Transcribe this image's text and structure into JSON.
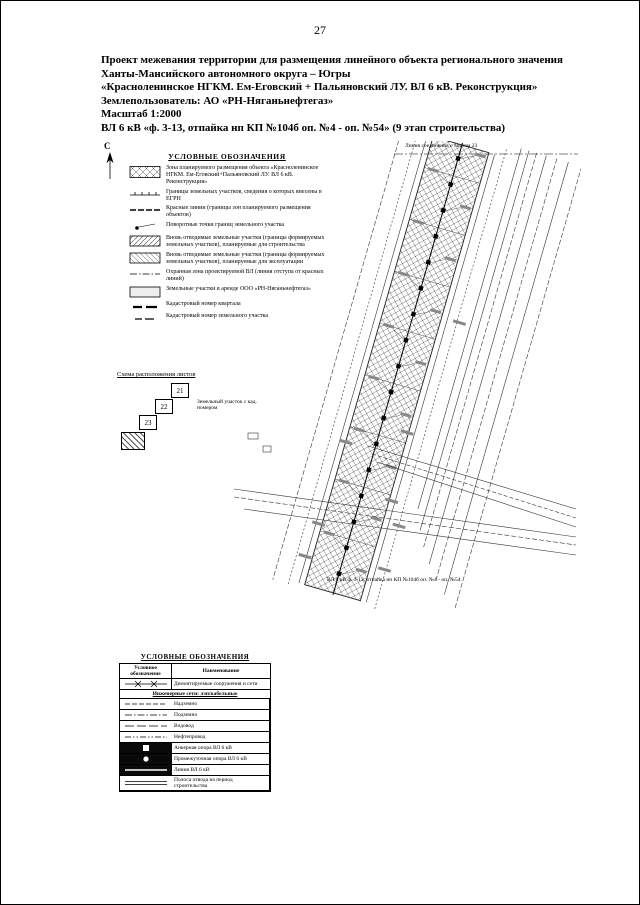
{
  "page": {
    "number": "27"
  },
  "header": {
    "lines": [
      "Проект межевания территории для размещения линейного объекта регионального значения",
      "Ханты-Мансийского автономного округа – Югры",
      "«Красноленинское НГКМ. Ем-Еговский + Пальяновский ЛУ. ВЛ 6 кВ. Реконструкция»",
      "Землепользователь: АО «РН-Няганьнефтегаз»",
      "Масштаб 1:2000",
      "ВЛ 6 кВ «ф. 3-13, отпайка нп КП №104б оп. №4 - оп. №54» (9 этап строительства)"
    ]
  },
  "map": {
    "compass_label": "С",
    "legend": {
      "title": "УСЛОВНЫЕ ОБОЗНАЧЕНИЯ",
      "items": [
        {
          "symbol": "zone-hatch",
          "label": "Зона планируемого размещения объекта «Красноленинское НГКМ. Ем-Еговский+Пальяновский ЛУ. ВЛ 6 кВ. Реконструкция»"
        },
        {
          "symbol": "parcel-boundary",
          "label": "Границы земельных участков, сведения о которых внесены в ЕГРН"
        },
        {
          "symbol": "red-line",
          "label": "Красные линии (границы зон планируемого размещения объектов)"
        },
        {
          "symbol": "turning-point",
          "label": "Поворотные точки границ земельного участка"
        },
        {
          "symbol": "new-parcel-construction",
          "label": "Вновь отводимые земельные участки (границы формируемых земельных участков), планируемые для строительства"
        },
        {
          "symbol": "new-parcel-operation",
          "label": "Вновь отводимые земельные участки (границы формируемых земельных участков), планируемые для эксплуатации"
        },
        {
          "symbol": "guard-zone",
          "label": "Охранная зона проектируемой ВЛ (линия отступа от красных линий)"
        },
        {
          "symbol": "leased-parcel",
          "label": "Земельные участки в аренде ООО «РН-Няганьнефтегаз»"
        },
        {
          "symbol": "cadastral-quarter",
          "label": "Кадастровый номер квартала"
        },
        {
          "symbol": "cadastral-parcel",
          "label": "Кадастровый номер земельного участка"
        }
      ]
    },
    "scheme": {
      "title": "Схема расположения листов",
      "sheets": [
        "21",
        "22",
        "23"
      ]
    },
    "annotations": {
      "connection_line": "Линия соединения с листом 23",
      "parcel_note": "Земельный участок с кад. номером",
      "route_label": "ВЛ 6 кВ ф. 3-13, отпайка нп КП №104б оп. №4 - оп. №54"
    }
  },
  "bottom_legend": {
    "title": "УСЛОВНЫЕ ОБОЗНАЧЕНИЯ",
    "columns": {
      "symbol": "Условное обозначение",
      "name": "Наименование"
    },
    "section_header": "Инженерные сети: лэп/кабельные",
    "rows": [
      {
        "symbol": "demolished-line",
        "name": "Демонтируемые сооружения и сети"
      },
      {
        "symbol": "overhead-line",
        "name": "Надземно"
      },
      {
        "symbol": "underground-line",
        "name": "Подземно"
      },
      {
        "symbol": "water-line",
        "name": "Водовод"
      },
      {
        "symbol": "oil-line",
        "name": "Нефтепровод"
      },
      {
        "symbol": "anchor-tower",
        "name": "Анкерная опора ВЛ 6 кВ"
      },
      {
        "symbol": "intermediate-tower",
        "name": "Промежуточная опора ВЛ 6 кВ"
      },
      {
        "symbol": "power-line",
        "name": "Линия ВЛ 6 кВ"
      },
      {
        "symbol": "right-of-way",
        "name": "Полоса отвода на период строительства"
      }
    ]
  }
}
